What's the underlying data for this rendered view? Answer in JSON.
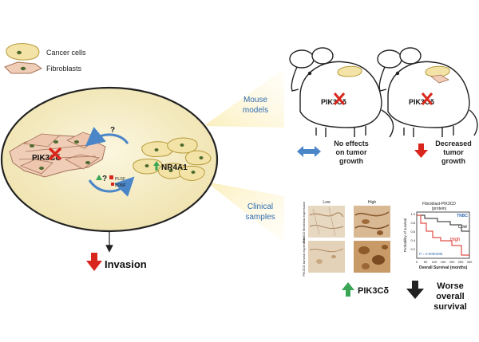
{
  "legend": {
    "cancer_cells": "Cancer cells",
    "fibroblasts": "Fibroblasts"
  },
  "cell_diagram": {
    "fibroblast_cluster_label": "PIK3Cδ",
    "nr4a1_label": "NR4A1",
    "question_top": "?",
    "question_bottom": "?",
    "pdgf_label": "PLGF",
    "bdnf_label": "BDNF",
    "invasion_label": "Invasion"
  },
  "mouse_models": {
    "label_line1": "Mouse",
    "label_line2": "models",
    "mouse_left_label": "PIK3Cδ",
    "mouse_right_label": "PIK3Cδ",
    "no_effects_line1": "No effects",
    "no_effects_line2": "on tumor",
    "no_effects_line3": "growth",
    "decreased_line1": "Decreased",
    "decreased_line2": "tumor",
    "decreased_line3": "growth"
  },
  "clinical_samples": {
    "label_line1": "Clinical",
    "label_line2": "samples",
    "col_low": "Low",
    "col_high": "High",
    "row1_label": "PIK3CD fibroblast expression",
    "row2_label": "PIK3CD tumoral expression",
    "km_title_line1": "Fibroblast-PIK3CD",
    "km_title_line2": "(protein)",
    "km_badge": "TNBC",
    "km_legend_low": "Low",
    "km_legend_high": "High",
    "km_pvalue": "P = 0.0000285",
    "km_ylabel": "Probability of survival",
    "km_xlabel": "Overall Survival (months)",
    "km_xticks": [
      "0",
      "50",
      "100",
      "150",
      "200",
      "250",
      "300"
    ],
    "km_yticks": [
      "0.2",
      "0.4",
      "0.6",
      "0.8",
      "1.0"
    ],
    "pik3cd_up": "PIK3Cδ",
    "worse_line1": "Worse",
    "worse_line2": "overall",
    "worse_line3": "survival"
  },
  "colors": {
    "cell_fill": "#f3e3a6",
    "fibro_fill": "#f0cdb6",
    "dish_fill": "#f6eec6",
    "red": "#d9261c",
    "green": "#3aa655",
    "blue": "#4a86c8",
    "dark": "#222222"
  }
}
